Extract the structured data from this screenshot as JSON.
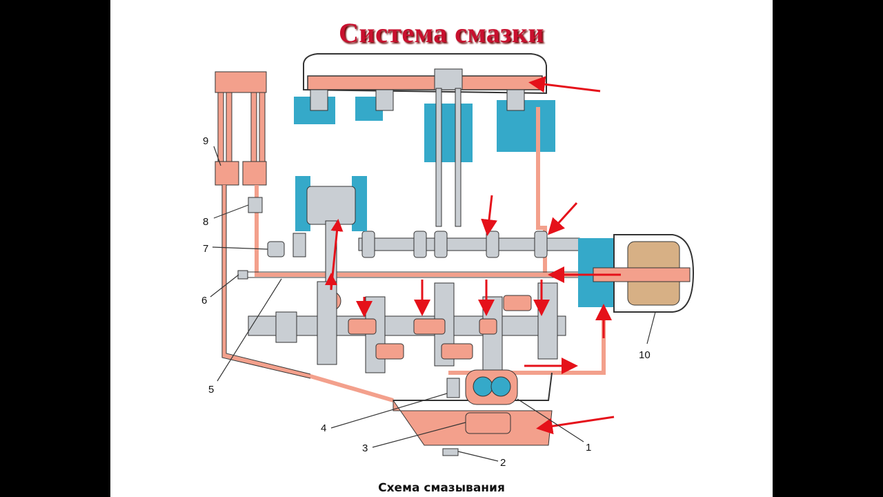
{
  "title": "Система смазки",
  "caption": "Схема смазывания",
  "labels": [
    "1",
    "2",
    "3",
    "4",
    "5",
    "6",
    "7",
    "8",
    "9",
    "10"
  ],
  "colors": {
    "oil": "#f3a08c",
    "oil_dark": "#e07a62",
    "metal": "#35a9c9",
    "part_gray": "#c9ced3",
    "arrow": "#e5111a",
    "title": "#c8102e",
    "filter": "#d7b085"
  }
}
